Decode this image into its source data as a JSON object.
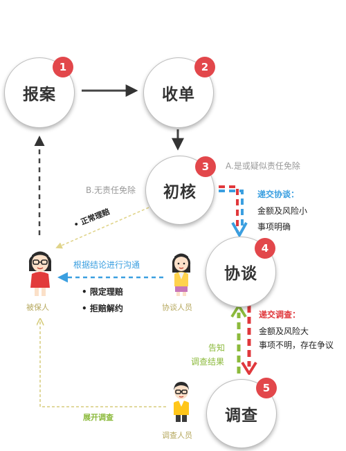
{
  "nodes": [
    {
      "id": 1,
      "label": "报案",
      "badge": "1"
    },
    {
      "id": 2,
      "label": "收单",
      "badge": "2"
    },
    {
      "id": 3,
      "label": "初核",
      "badge": "3"
    },
    {
      "id": 4,
      "label": "协谈",
      "badge": "4"
    },
    {
      "id": 5,
      "label": "调查",
      "badge": "5"
    }
  ],
  "annotations": {
    "a_exempt": "A.是或疑似责任免除",
    "b_no_exempt": "B.无责任免除",
    "submit_talk": "递交协谈：",
    "talk_cond_1": "金额及风险小",
    "talk_cond_2": "事项明确",
    "normal_claim": "• 正常理赔",
    "communicate": "根据结论进行沟通",
    "limited_claim": "• 限定理赔",
    "refuse_claim": "• 拒赔解约",
    "submit_investigation": "递交调查：",
    "inv_cond_1": "金额及风险大",
    "inv_cond_2": "事项不明，存在争议",
    "notify_1": "告知",
    "notify_2": "调查结果",
    "start_investigation": "展开调查"
  },
  "people": {
    "insured": "被保人",
    "negotiator": "协谈人员",
    "investigator": "调查人员"
  },
  "colors": {
    "badge_red": "#e2474b",
    "arrow_blue": "#3b9fe0",
    "arrow_red": "#e0383c",
    "arrow_green": "#8cba3c",
    "arrow_dark": "#333333",
    "dotted_yellow": "#e0d48a"
  }
}
